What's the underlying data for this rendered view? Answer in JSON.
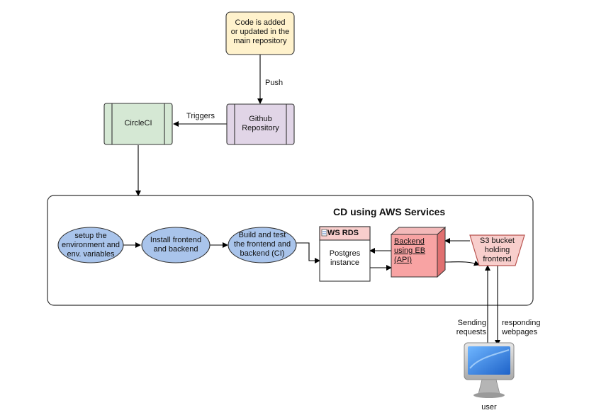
{
  "code_node": {
    "line1": "Code is added",
    "line2": "or updated in the",
    "line3": "main repository"
  },
  "push_label": "Push",
  "github_node": {
    "line1": "Github",
    "line2": "Repository"
  },
  "triggers_label": "Triggers",
  "circleci_node": {
    "label": "CircleCI"
  },
  "container": {
    "title": "CD using AWS Services"
  },
  "steps": [
    {
      "line1": "setup the",
      "line2": "environment and",
      "line3": "env. variables"
    },
    {
      "line1": "Install frontend",
      "line2": "and backend"
    },
    {
      "line1": "Build and test",
      "line2": "the frontend and",
      "line3": "backend (CI)"
    }
  ],
  "rds": {
    "header": "WS RDS",
    "line1": "Postgres",
    "line2": "instance"
  },
  "backend": {
    "line1": "Backend",
    "line2": "using EB",
    "line3": "(API)"
  },
  "s3": {
    "line1": "S3 bucket",
    "line2": "holding",
    "line3": "frontend"
  },
  "sending_label": {
    "line1": "Sending",
    "line2": "requests"
  },
  "responding_label": {
    "line1": "responding",
    "line2": "webpages"
  },
  "user_label": "user",
  "colors": {
    "code_fill": "#fff2cc",
    "code_stroke": "#d6b656",
    "github_fill": "#e1d5e7",
    "github_stroke": "#9673a6",
    "circleci_fill": "#d5e8d4",
    "circleci_stroke": "#82b366",
    "step_fill": "#a9c4eb",
    "step_stroke": "#333333",
    "backend_fill": "#f8a3a3",
    "backend_stroke": "#b85450",
    "rds_header_fill": "#f8cecc",
    "s3_fill": "#f8cecc",
    "s3_stroke": "#b85450"
  }
}
